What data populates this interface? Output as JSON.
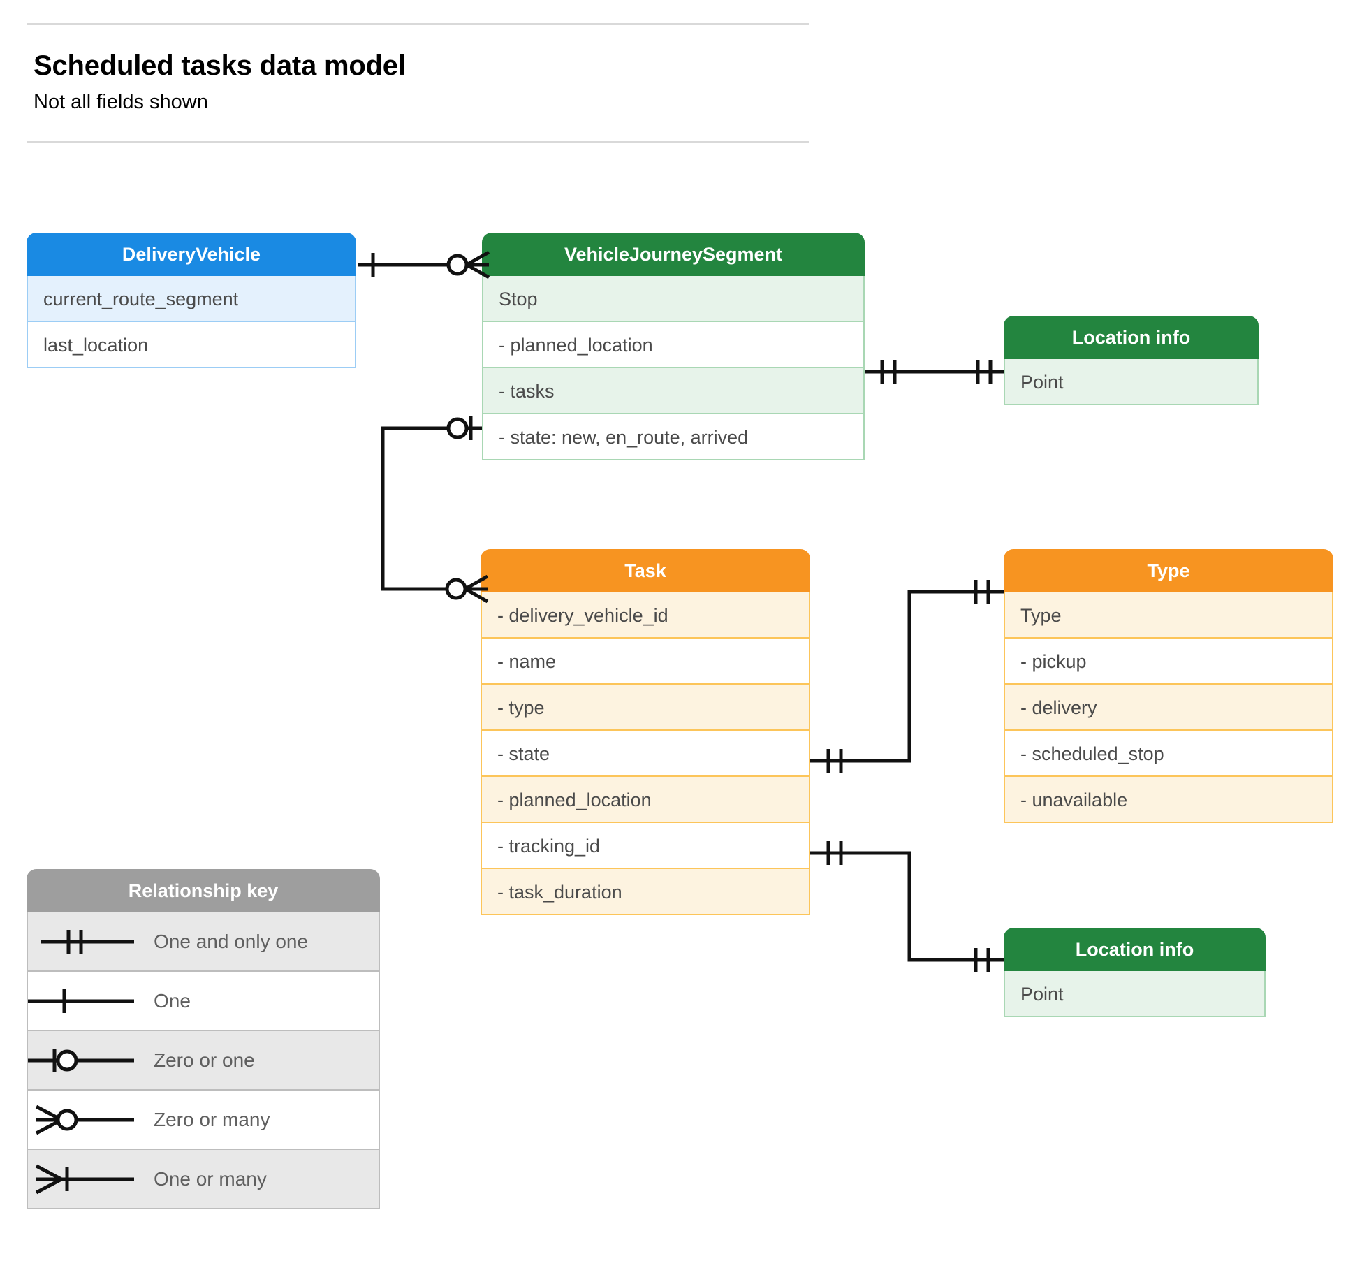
{
  "header": {
    "title": "Scheduled tasks data model",
    "subtitle": "Not all fields shown"
  },
  "colors": {
    "blue_header": "#1a8ae3",
    "blue_row": "#e4f1fd",
    "blue_border": "#9ccdf5",
    "green_header": "#23853f",
    "green_row": "#e7f3ea",
    "green_border": "#a9d7b4",
    "orange_header": "#f79421",
    "orange_row": "#fdf3e0",
    "orange_border": "#fcc55a",
    "grey_header": "#9e9e9e",
    "grey_row": "#e8e8e8",
    "grey_border": "#bdbdbd",
    "connector": "#111111"
  },
  "entities": {
    "delivery_vehicle": {
      "title": "DeliveryVehicle",
      "rows": [
        "current_route_segment",
        "last_location"
      ]
    },
    "vehicle_journey_segment": {
      "title": "VehicleJourneySegment",
      "rows": [
        "Stop",
        "-  planned_location",
        "- tasks",
        "- state: new, en_route, arrived"
      ]
    },
    "location_info_top": {
      "title": "Location info",
      "rows": [
        "Point"
      ]
    },
    "task": {
      "title": "Task",
      "rows": [
        "- delivery_vehicle_id",
        "- name",
        "- type",
        "- state",
        "- planned_location",
        "- tracking_id",
        "- task_duration"
      ]
    },
    "type": {
      "title": "Type",
      "rows": [
        "Type",
        "-  pickup",
        "-  delivery",
        "-  scheduled_stop",
        "-  unavailable"
      ]
    },
    "location_info_bottom": {
      "title": "Location info",
      "rows": [
        "Point"
      ]
    }
  },
  "legend": {
    "title": "Relationship key",
    "items": [
      {
        "symbol": "one-and-only-one",
        "label": "One and only one"
      },
      {
        "symbol": "one",
        "label": "One"
      },
      {
        "symbol": "zero-or-one",
        "label": "Zero or one"
      },
      {
        "symbol": "zero-or-many",
        "label": "Zero or many"
      },
      {
        "symbol": "one-or-many",
        "label": "One or many"
      }
    ]
  },
  "relationships": [
    {
      "from": "DeliveryVehicle",
      "to": "VehicleJourneySegment",
      "from_cardinality": "One",
      "to_cardinality": "Zero or many"
    },
    {
      "from": "VehicleJourneySegment.planned_location",
      "to": "Location info",
      "from_cardinality": "One and only one",
      "to_cardinality": "One and only one"
    },
    {
      "from": "VehicleJourneySegment.tasks",
      "to": "Task",
      "from_cardinality": "Zero or one",
      "to_cardinality": "Zero or many"
    },
    {
      "from": "Task.type",
      "to": "Type",
      "from_cardinality": "One and only one",
      "to_cardinality": "One and only one"
    },
    {
      "from": "Task.planned_location",
      "to": "Location info",
      "from_cardinality": "One and only one",
      "to_cardinality": "One and only one"
    }
  ]
}
